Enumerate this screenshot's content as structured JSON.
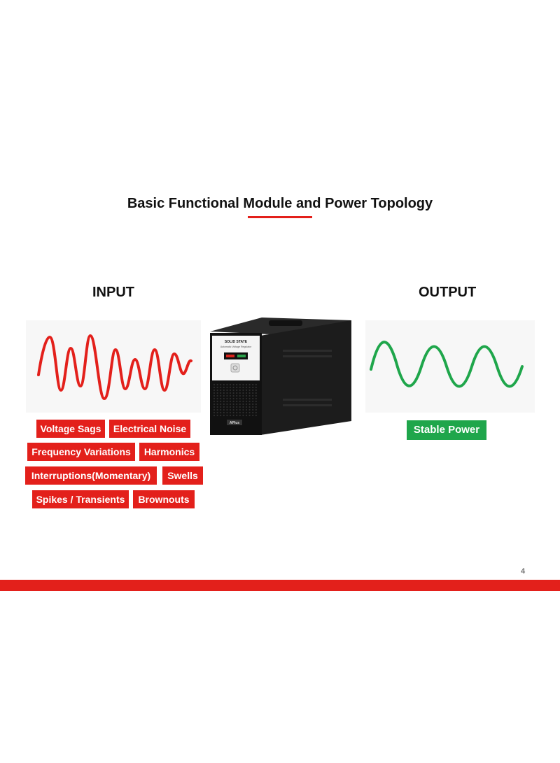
{
  "slide": {
    "title": "Basic Functional Module and Power Topology",
    "page_number": "4"
  },
  "input": {
    "label": "INPUT",
    "wave_color": "#e3201b",
    "issues": [
      "Voltage Sags",
      "Electrical Noise",
      "Frequency Variations",
      "Harmonics",
      "Interruptions(Momentary)",
      "Swells",
      "Spikes / Transients",
      "Brownouts"
    ]
  },
  "output": {
    "label": "OUTPUT",
    "wave_color": "#1fa64b",
    "result": "Stable Power"
  },
  "device": {
    "panel_title": "SOLID STATE",
    "panel_subtitle": "Automatic Voltage Regulator",
    "brand": "APlus"
  },
  "colors": {
    "accent_red": "#e3201b",
    "accent_green": "#1fa64b"
  }
}
